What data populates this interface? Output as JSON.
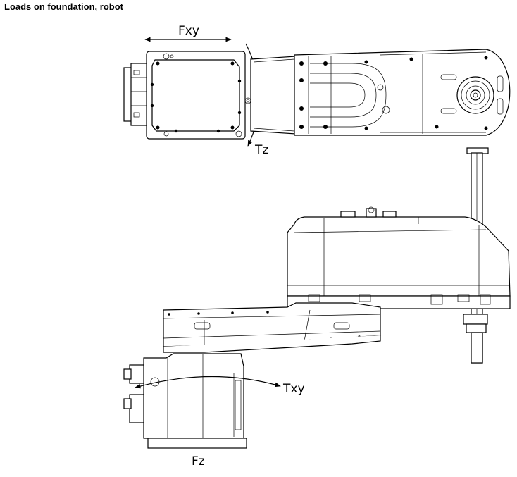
{
  "title": "Loads on foundation, robot",
  "labels": {
    "fxy": "Fxy",
    "tz": "Tz",
    "txy": "Txy",
    "fz": "Fz"
  }
}
